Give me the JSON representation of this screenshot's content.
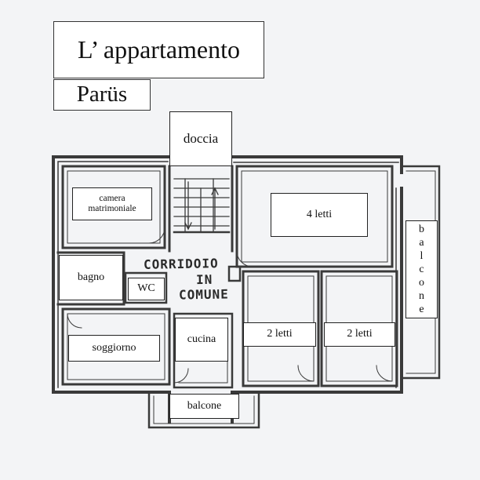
{
  "title": "L’ appartamento",
  "subtitle": "Parüs",
  "rooms": {
    "doccia": "doccia",
    "camera_line1": "camera",
    "camera_line2": "matrimoniale",
    "quattro_letti": "4 letti",
    "bagno": "bagno",
    "wc": "WC",
    "soggiorno": "soggiorno",
    "cucina": "cucina",
    "due_letti_a": "2 letti",
    "due_letti_b": "2 letti",
    "balcone_bottom": "balcone",
    "balcone_side": "balcone"
  },
  "handwritten": {
    "line1": "CORRIDOIO",
    "line2": "IN",
    "line3": "COMUNE"
  },
  "colors": {
    "wall": "#3a3a3a",
    "background": "#f3f4f6",
    "label_fill": "#ffffff"
  }
}
